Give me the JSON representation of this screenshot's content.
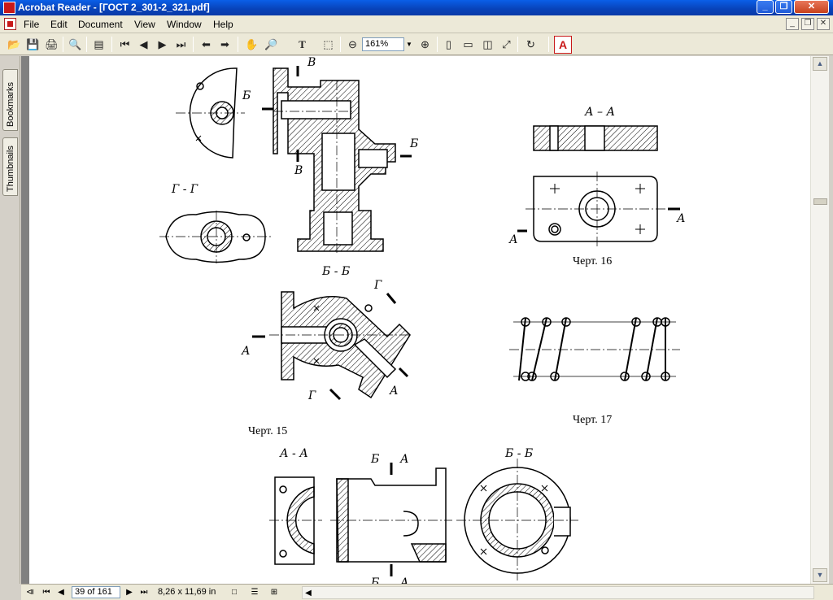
{
  "window": {
    "title": "Acrobat Reader - [ГОСТ 2_301-2_321.pdf]",
    "min_glyph": "_",
    "max_glyph": "❐",
    "close_glyph": "✕"
  },
  "menu": {
    "items": [
      "File",
      "Edit",
      "Document",
      "View",
      "Window",
      "Help"
    ],
    "mdi": [
      "_",
      "❐",
      "✕"
    ]
  },
  "toolbar": {
    "zoom_value": "161%",
    "zoom_drop": "▼",
    "adobe": "A",
    "glyphs": {
      "open": "📂",
      "save": "💾",
      "print": "🖨",
      "find": "🔍",
      "toggle_nav": "▤",
      "first": "⏮",
      "prev": "◀",
      "next": "▶",
      "last": "⏭",
      "back": "⬅",
      "forward": "➡",
      "hand": "✋",
      "zoom_tool": "🔎",
      "text_select": "T",
      "graphics_select": "⬚",
      "zoom_out": "⊖",
      "zoom_in": "⊕",
      "actual_size": "▯",
      "fit_page": "▭",
      "fit_width": "◫",
      "reflow": "⤢",
      "rotate": "↻"
    }
  },
  "sidetabs": [
    "Bookmarks",
    "Thumbnails"
  ],
  "document": {
    "captions": {
      "fig15": "Черт. 15",
      "fig16": "Черт. 16",
      "fig17": "Черт. 17"
    },
    "labels": {
      "gg": "Г - Г",
      "bb_top": "Б - Б",
      "aa_right": "А – А",
      "aa_bottom": "А - А",
      "bb_bottom": "Б - Б",
      "b1": "Б",
      "b2": "Б",
      "v1": "В",
      "v2": "В",
      "a1": "А",
      "a2": "А",
      "a3": "А",
      "a4": "А",
      "g1": "Г",
      "g2": "Г",
      "bb_cut1": "Б",
      "aa_cut1": "А",
      "bb_cut2": "Б",
      "aa_cut2": "А"
    }
  },
  "scrollbar": {
    "up": "▲",
    "down": "▼"
  },
  "status": {
    "page": "39 of 161",
    "size": "8,26 x 11,69 in",
    "nav": [
      "⧏",
      "⏮",
      "◀",
      "▶",
      "⏭"
    ],
    "view": [
      "□",
      "☰",
      "⊞"
    ],
    "hleft": "◀"
  },
  "colors": {
    "titlebar": "#0a5fe8",
    "chrome": "#ece9d8",
    "page_bg": "#808080",
    "adobe_red": "#c81919"
  }
}
